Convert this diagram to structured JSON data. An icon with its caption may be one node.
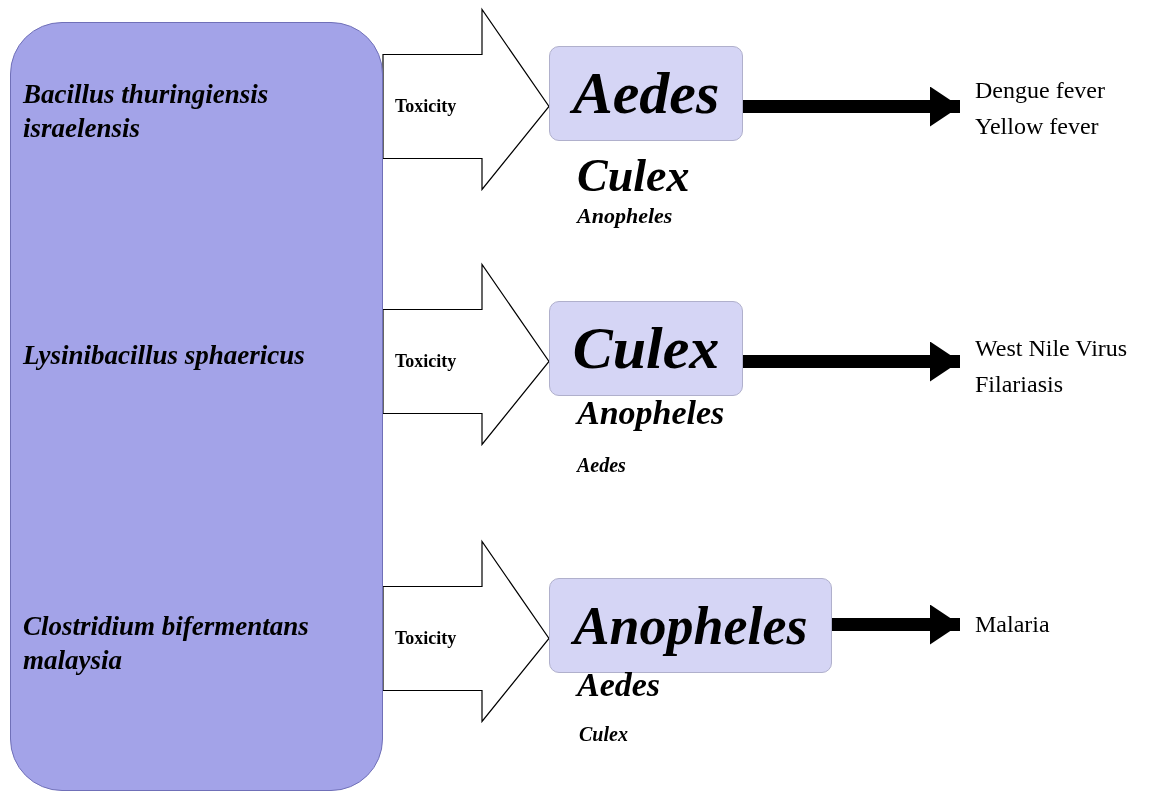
{
  "diagram": {
    "nodes": [
      {
        "text": [],
        "shape": "box"
      },
      {
        "text": [
          "Bacillus thuringiensis israelensis"
        ],
        "in": 0
      },
      {
        "text": [
          "Lysinibacillus sphaericus"
        ],
        "in": 0
      },
      {
        "text": [
          "Clostridium bifermentans malaysia"
        ],
        "in": 0
      },
      {
        "text": [
          "Aedes"
        ],
        "beside": [
          "Culex",
          "Anopheles"
        ]
      },
      {
        "text": [
          "Culex"
        ],
        "beside": [
          "Anopheles",
          "Aedes"
        ]
      },
      {
        "text": [
          "Anopheles"
        ],
        "beside": [
          "Aedes",
          "Culex"
        ]
      },
      {
        "text": [
          "Dengue fever",
          "Yellow fever"
        ]
      },
      {
        "text": [
          "West Nile Virus",
          "Filariasis"
        ]
      },
      {
        "text": [
          "Malaria"
        ]
      }
    ],
    "edges": [
      {
        "from": 1,
        "to": 4,
        "arrow": "to",
        "label": "Toxicity"
      },
      {
        "from": 2,
        "to": 5,
        "arrow": "to",
        "label": "Toxicity"
      },
      {
        "from": 3,
        "to": 6,
        "arrow": "to",
        "label": "Toxicity"
      },
      {
        "from": 4,
        "to": 7,
        "arrow": "to"
      },
      {
        "from": 5,
        "to": 8,
        "arrow": "to"
      },
      {
        "from": 6,
        "to": 9,
        "arrow": "to"
      }
    ]
  }
}
